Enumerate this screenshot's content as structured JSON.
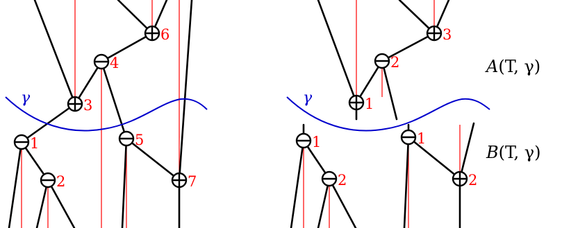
{
  "colors": {
    "edge": "#000000",
    "red": "#ff0000",
    "gamma": "#0000cc"
  },
  "gamma_label": "γ",
  "formula_a": {
    "letter": "A",
    "rest": "(T, γ)"
  },
  "formula_b": {
    "letter": "B",
    "rest": "(T, γ)"
  },
  "left_tree": {
    "nodes": [
      {
        "label": "6",
        "sign": "plus"
      },
      {
        "label": "4",
        "sign": "minus"
      },
      {
        "label": "3",
        "sign": "plus"
      },
      {
        "label": "1",
        "sign": "minus"
      },
      {
        "label": "2",
        "sign": "minus"
      },
      {
        "label": "5",
        "sign": "minus"
      },
      {
        "label": "7",
        "sign": "plus"
      }
    ]
  },
  "right_top_tree": {
    "nodes": [
      {
        "label": "3",
        "sign": "plus"
      },
      {
        "label": "2",
        "sign": "minus"
      },
      {
        "label": "1",
        "sign": "plus"
      }
    ]
  },
  "right_bottom_tree": {
    "nodes": [
      {
        "label": "1",
        "sign": "minus"
      },
      {
        "label": "2",
        "sign": "minus"
      },
      {
        "label": "1",
        "sign": "minus"
      },
      {
        "label": "2",
        "sign": "plus"
      }
    ]
  }
}
